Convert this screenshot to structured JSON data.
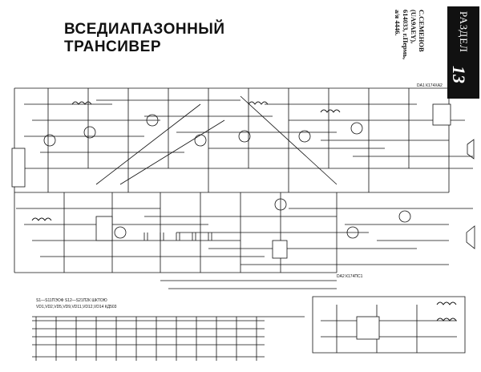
{
  "header": {
    "title_line1": "ВСЕДИАПАЗОННЫЙ",
    "title_line2": "ТРАНСИВЕР",
    "author_line1": "С.СЕМЕНОВ",
    "author_line2": "(UA9AEY),",
    "author_line3": "614033, г.Пермь,",
    "author_line4": "а/я 4446."
  },
  "section_tab": {
    "label": "РАЗДЕЛ",
    "number": "13"
  },
  "notes": {
    "switch_row_1": "S1—S11ПЭОФ  S12—S21П2К  ШКТОЮ",
    "switch_row_2": "VD1,VD2,VD5,VD9,VD11,VD12,VD14 КД503",
    "chip_top_right": "DA1 К174ХА2",
    "chip_bottom": "DA2 К174ПС1"
  }
}
